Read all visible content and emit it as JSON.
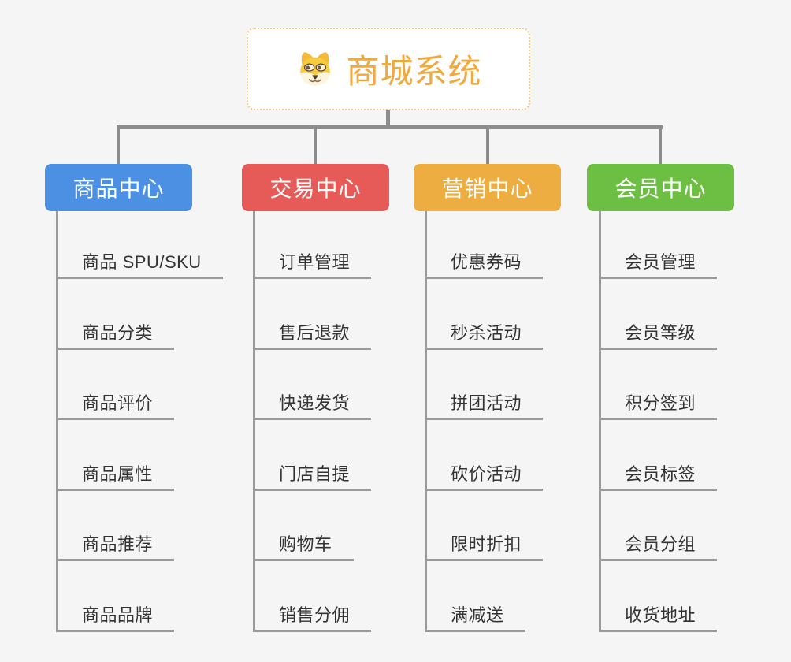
{
  "page": {
    "background": "#f5f5f6",
    "connector_color": "#8c8c8c"
  },
  "root": {
    "title": "商城系统",
    "icon": "dog-face-icon",
    "text_color": "#f0a93e",
    "border_color": "#f2c983"
  },
  "branches": [
    {
      "label": "商品中心",
      "color": "#4b90e2",
      "items": [
        "商品 SPU/SKU",
        "商品分类",
        "商品评价",
        "商品属性",
        "商品推荐",
        "商品品牌"
      ]
    },
    {
      "label": "交易中心",
      "color": "#e65b57",
      "items": [
        "订单管理",
        "售后退款",
        "快递发货",
        "门店自提",
        "购物车",
        "销售分佣"
      ]
    },
    {
      "label": "营销中心",
      "color": "#eead40",
      "items": [
        "优惠券码",
        "秒杀活动",
        "拼团活动",
        "砍价活动",
        "限时折扣",
        "满减送"
      ]
    },
    {
      "label": "会员中心",
      "color": "#6dbf44",
      "items": [
        "会员管理",
        "会员等级",
        "积分签到",
        "会员标签",
        "会员分组",
        "收货地址"
      ]
    }
  ]
}
